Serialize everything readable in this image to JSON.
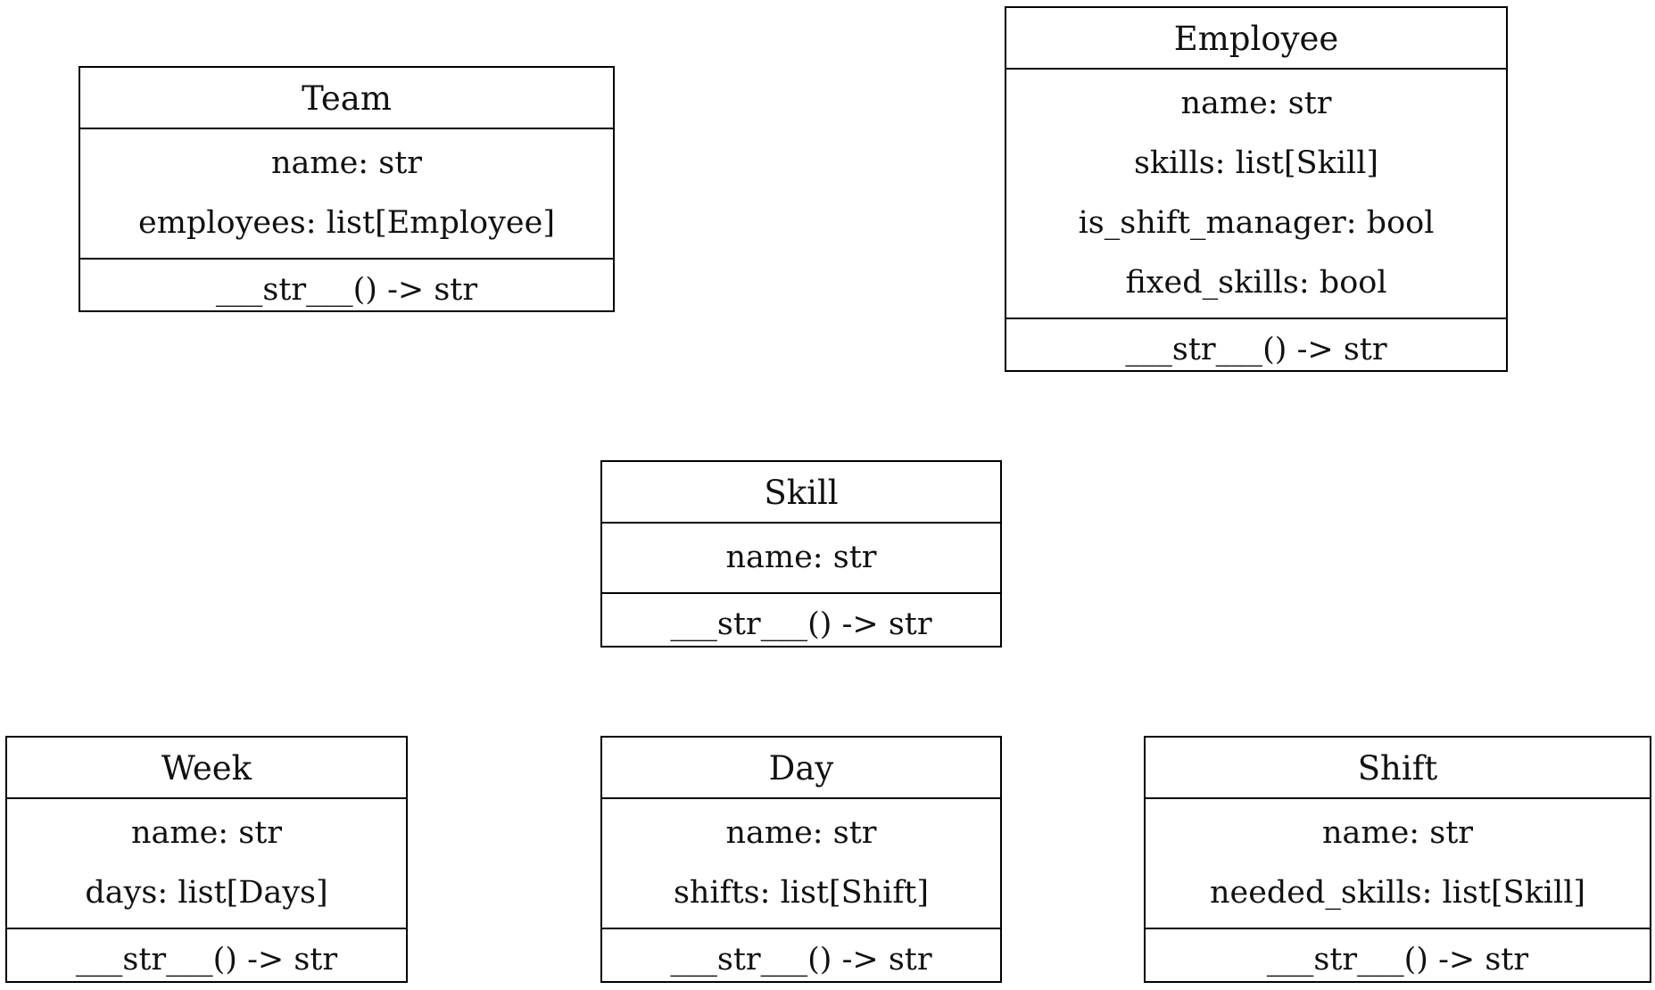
{
  "classes": [
    {
      "id": "team",
      "name": "Team",
      "attributes": [
        "name: str",
        "employees: list[Employee]"
      ],
      "methods": [
        "___str___() -> str"
      ]
    },
    {
      "id": "employee",
      "name": "Employee",
      "attributes": [
        "name: str",
        "skills: list[Skill]",
        "is_shift_manager: bool",
        "fixed_skills: bool"
      ],
      "methods": [
        "___str___() -> str"
      ]
    },
    {
      "id": "skill",
      "name": "Skill",
      "attributes": [
        "name: str"
      ],
      "methods": [
        "___str___() -> str"
      ]
    },
    {
      "id": "week",
      "name": "Week",
      "attributes": [
        "name: str",
        "days: list[Days]"
      ],
      "methods": [
        "___str___() -> str"
      ]
    },
    {
      "id": "day",
      "name": "Day",
      "attributes": [
        "name: str",
        "shifts: list[Shift]"
      ],
      "methods": [
        "___str___() -> str"
      ]
    },
    {
      "id": "shift",
      "name": "Shift",
      "attributes": [
        "name: str",
        "needed_skills: list[Skill]"
      ],
      "methods": [
        "___str___() -> str"
      ]
    }
  ]
}
